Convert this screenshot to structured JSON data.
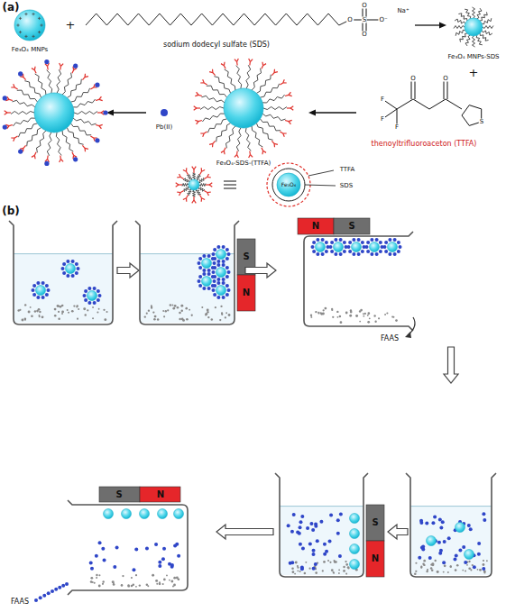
{
  "diagram": {
    "labels": [
      "(a)",
      "Fe₃O₄ MNPs",
      "+",
      "O",
      "S",
      "O",
      "O",
      "O⁻",
      "Na⁺",
      "sodium dodecyl sulfate (SDS)",
      "Fe₃O₄ MNPs-SDS",
      "+",
      "F",
      "F",
      "F",
      "O",
      "O",
      "S",
      "thenoyltrifluoroaceton (TTFA)",
      "Pb(II)",
      "Fe₃O₄-SDS-(TTFA)",
      "Fe₃O₄",
      "TTFA",
      "SDS",
      "(b)",
      "S",
      "N",
      "N",
      "S",
      "FAAS",
      "S",
      "N",
      "S",
      "N",
      "FAAS"
    ]
  }
}
